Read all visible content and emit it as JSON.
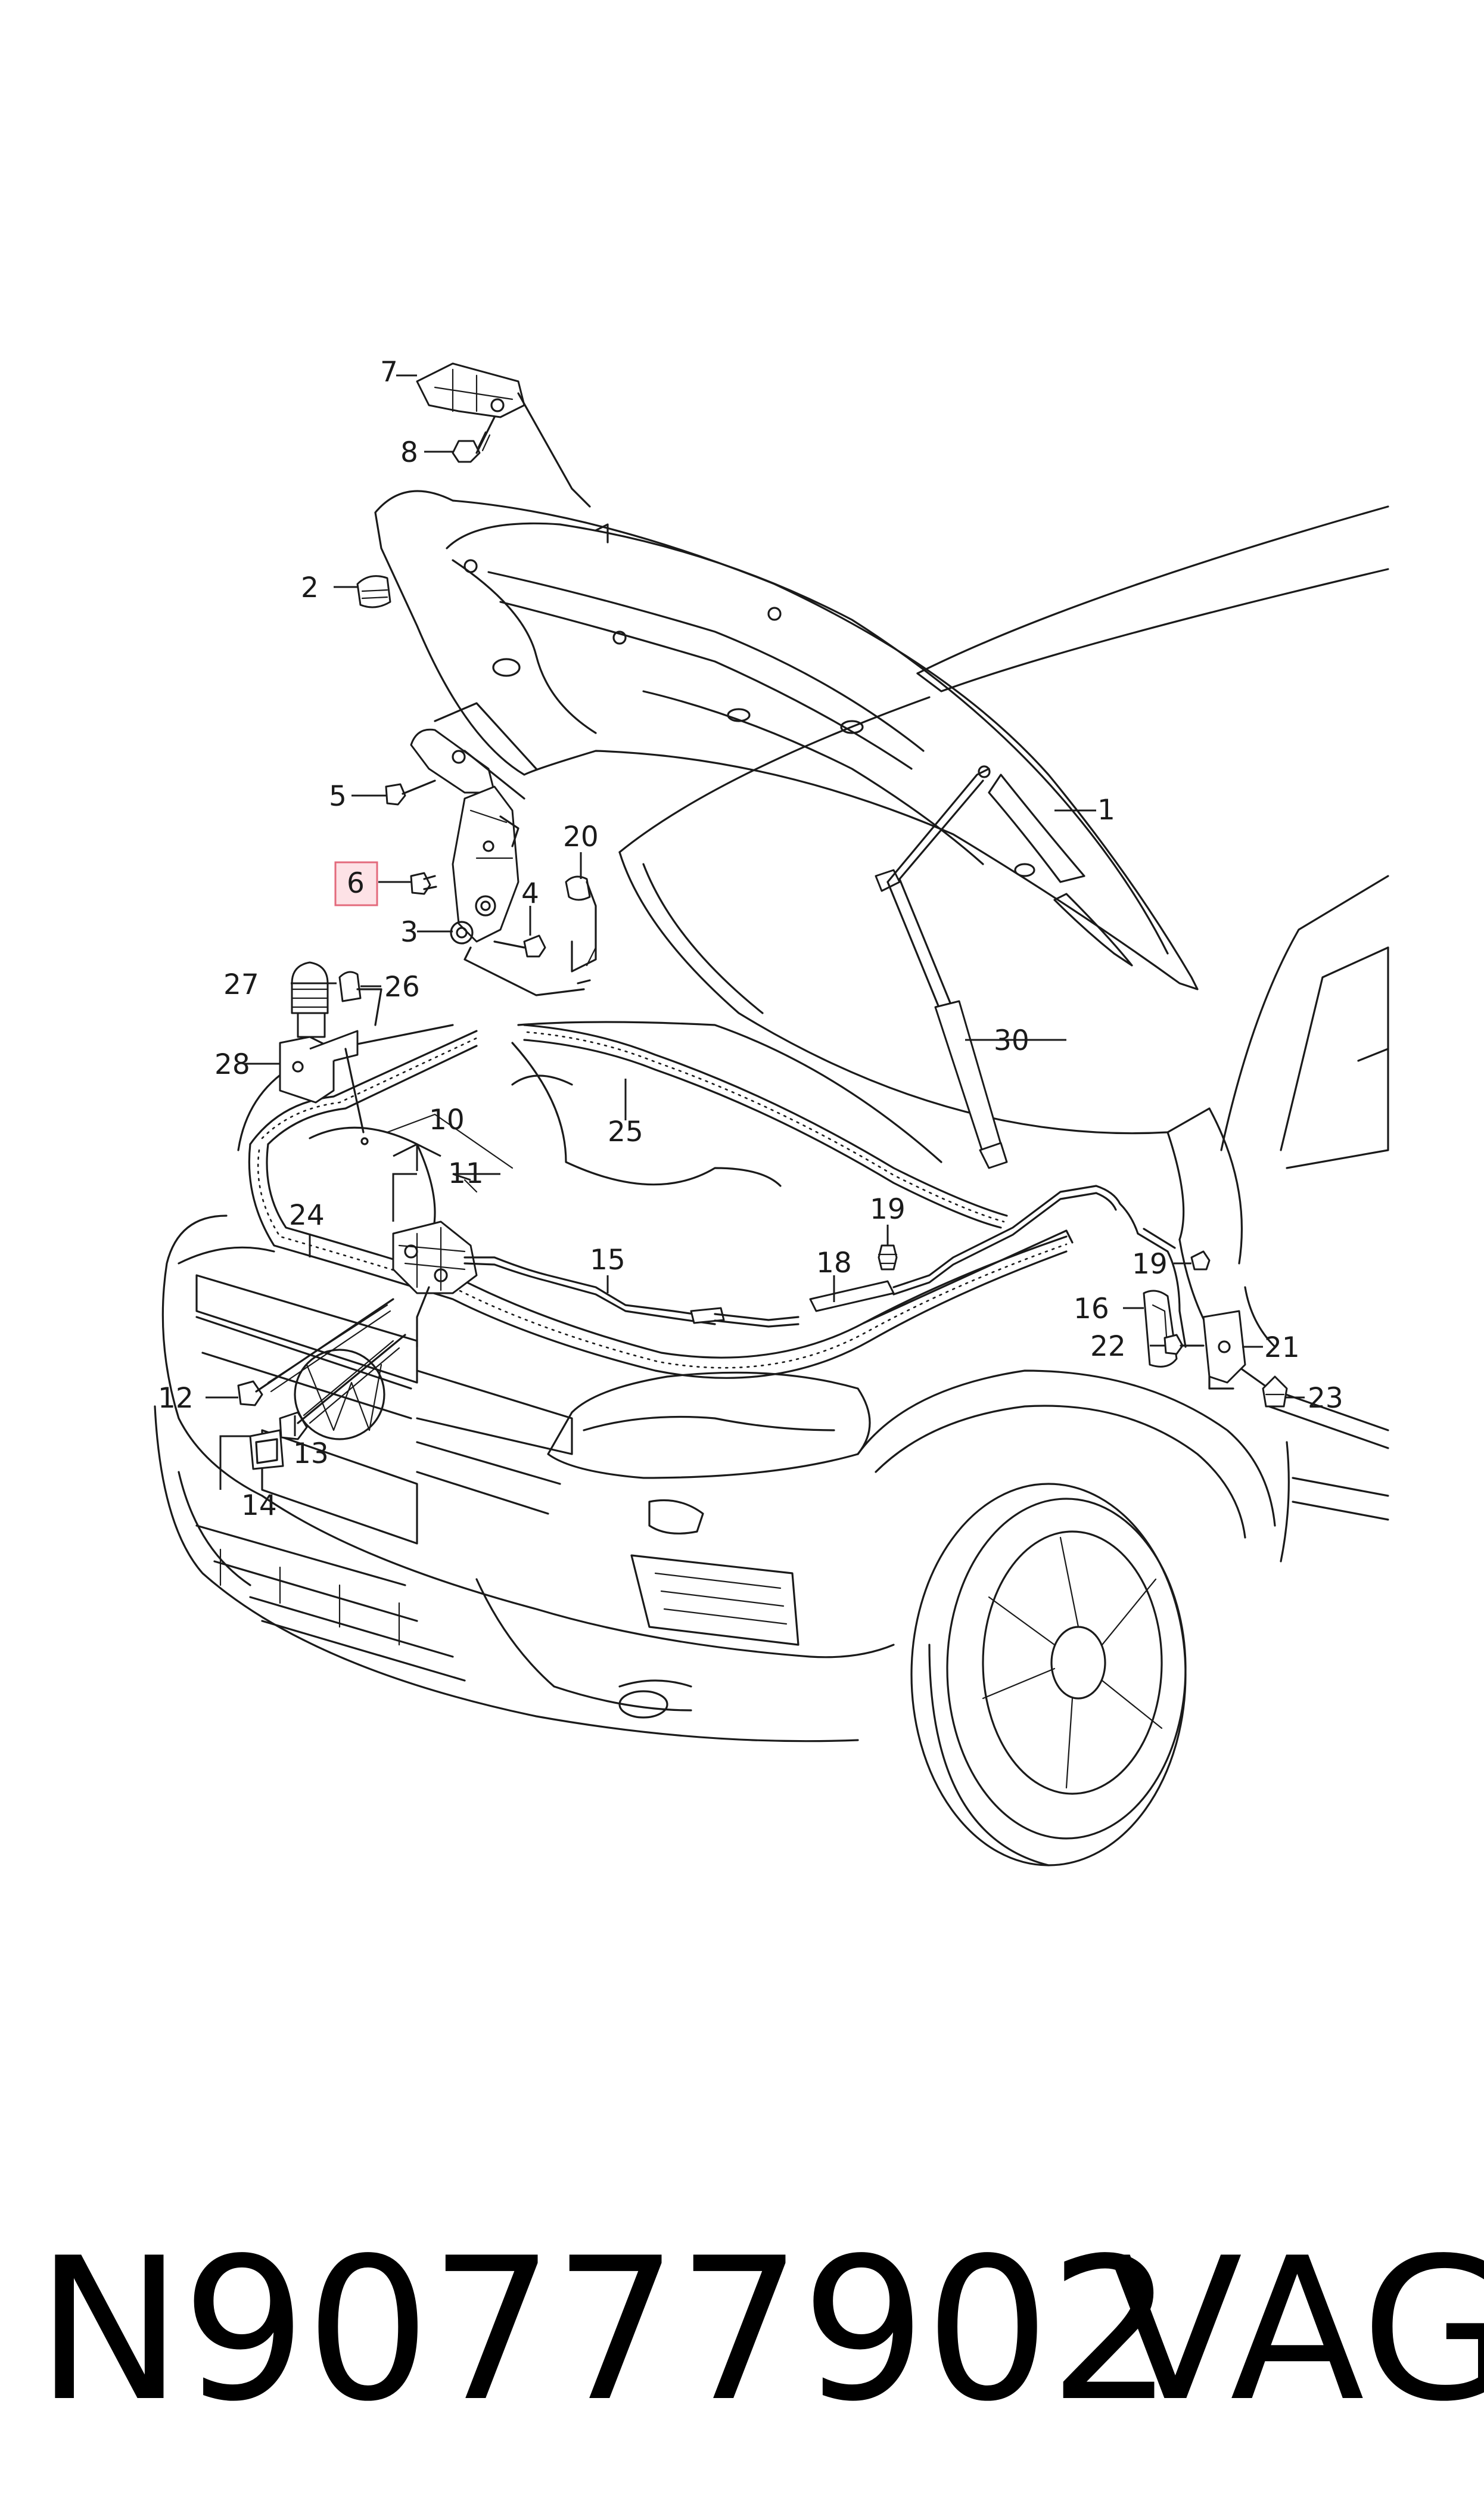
{
  "diagram": {
    "callouts": [
      {
        "id": "c1",
        "label": "1"
      },
      {
        "id": "c2",
        "label": "2"
      },
      {
        "id": "c3",
        "label": "3"
      },
      {
        "id": "c4",
        "label": "4"
      },
      {
        "id": "c5",
        "label": "5"
      },
      {
        "id": "c6",
        "label": "6",
        "highlighted": true
      },
      {
        "id": "c7",
        "label": "7"
      },
      {
        "id": "c8",
        "label": "8"
      },
      {
        "id": "c10",
        "label": "10"
      },
      {
        "id": "c11",
        "label": "11"
      },
      {
        "id": "c12",
        "label": "12"
      },
      {
        "id": "c13",
        "label": "13"
      },
      {
        "id": "c14",
        "label": "14"
      },
      {
        "id": "c15",
        "label": "15"
      },
      {
        "id": "c16",
        "label": "16"
      },
      {
        "id": "c18",
        "label": "18"
      },
      {
        "id": "c19a",
        "label": "19"
      },
      {
        "id": "c19b",
        "label": "19"
      },
      {
        "id": "c20",
        "label": "20"
      },
      {
        "id": "c21",
        "label": "21"
      },
      {
        "id": "c22",
        "label": "22"
      },
      {
        "id": "c23",
        "label": "23"
      },
      {
        "id": "c24",
        "label": "24"
      },
      {
        "id": "c25",
        "label": "25"
      },
      {
        "id": "c26",
        "label": "26"
      },
      {
        "id": "c27",
        "label": "27"
      },
      {
        "id": "c28",
        "label": "28"
      },
      {
        "id": "c30",
        "label": "30"
      }
    ],
    "highlight_color": "#e36a7c"
  },
  "footer": {
    "part_number": "N90777902",
    "brand": "VAG"
  }
}
